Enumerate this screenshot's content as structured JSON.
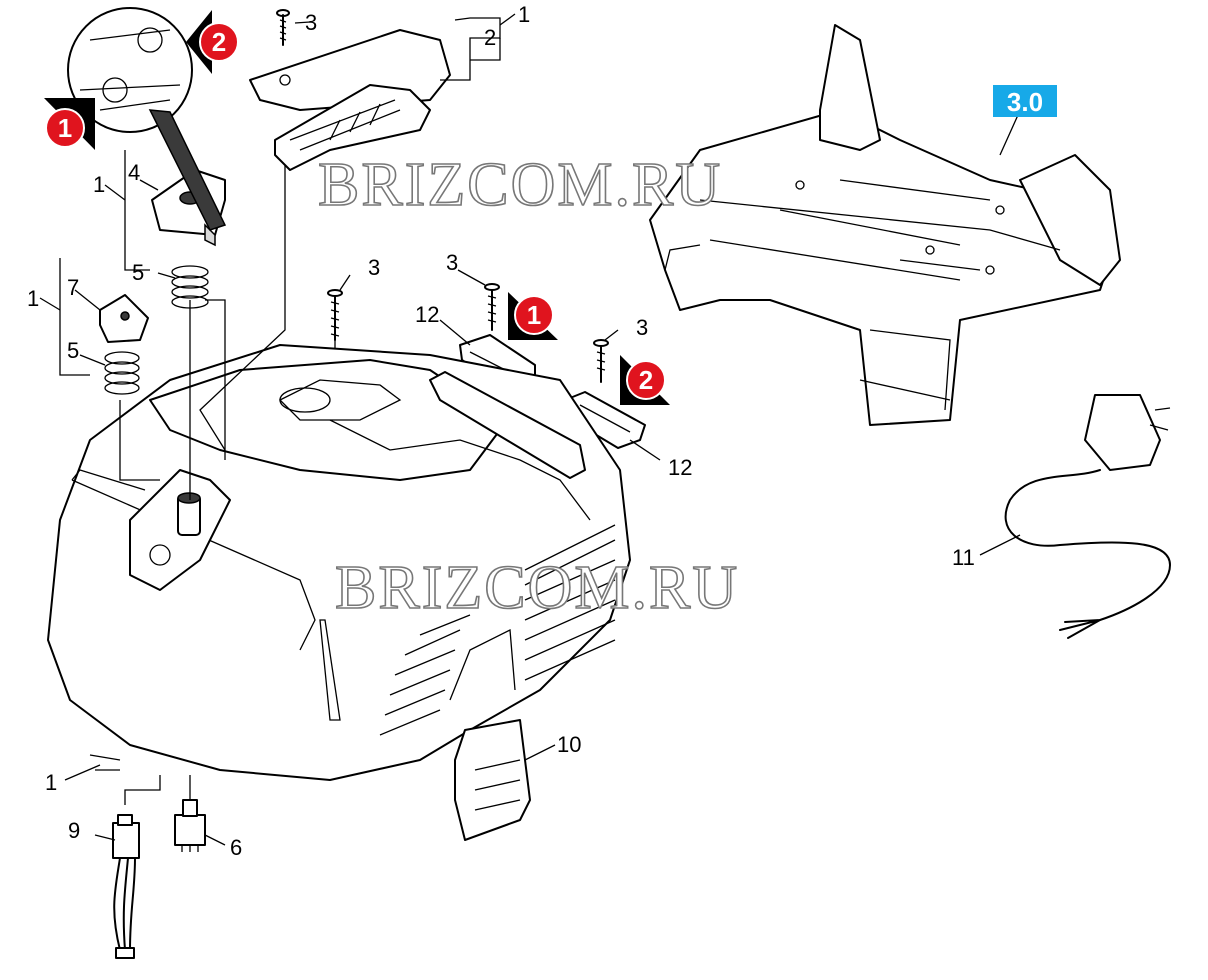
{
  "labels": {
    "screw_top": "3",
    "handle_assembly": "1",
    "handle": "2",
    "cap_group": "1",
    "cap": "4",
    "spring_upper": "5",
    "knob_group": "1",
    "knob": "7",
    "spring_lower": "5",
    "screw_middle": "3",
    "screw_clip1": "3",
    "screw_clip2": "3",
    "clip_upper": "12",
    "clip_lower": "12",
    "housing": "1",
    "cover_plate": "10",
    "cable": "11",
    "connector_9": "9",
    "connector_6": "6"
  },
  "reference_box": "3.0",
  "markers": {
    "detail_1": "1",
    "detail_2": "2",
    "screw_1": "1",
    "screw_2": "2"
  },
  "watermarks": {
    "top": "BRIZCOM.RU",
    "middle": "BRIZCOM.RU"
  },
  "colors": {
    "marker_red": "#e0141e",
    "reference_blue": "#17a9e8",
    "line": "#000000"
  }
}
